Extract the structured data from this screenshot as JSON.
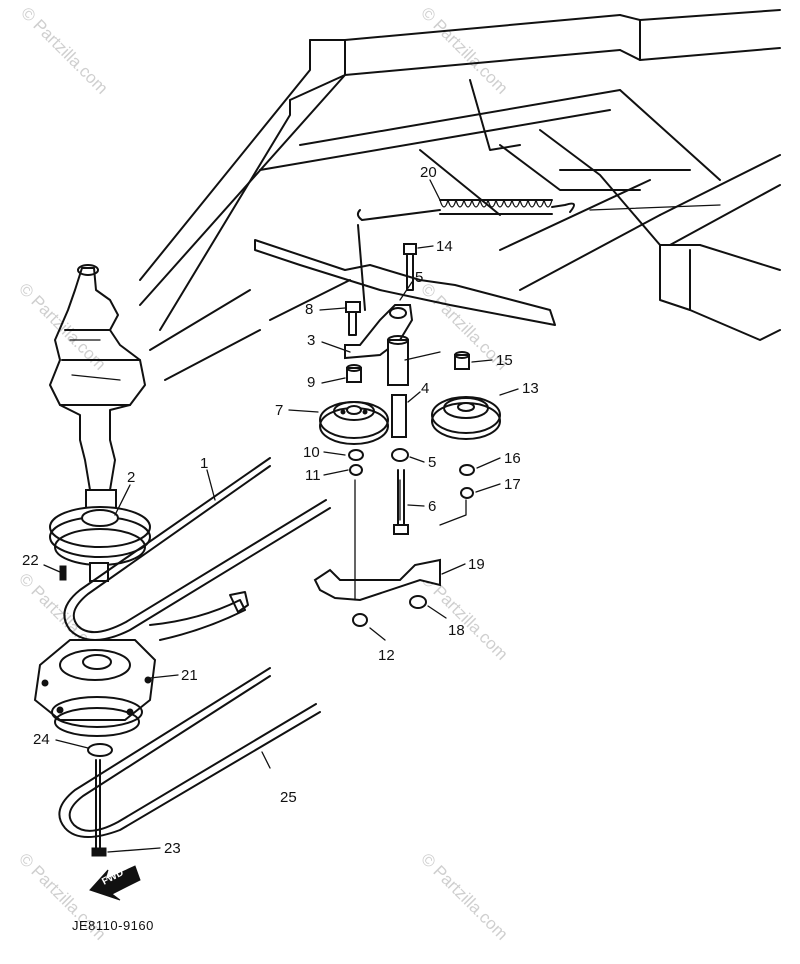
{
  "diagram": {
    "part_number": "JE8110-9160",
    "fwd_label": "FWD",
    "watermark_text": "© Partzilla.com",
    "callouts": [
      {
        "label": "1"
      },
      {
        "label": "2"
      },
      {
        "label": "3"
      },
      {
        "label": "4"
      },
      {
        "label": "5"
      },
      {
        "label": "5"
      },
      {
        "label": "6"
      },
      {
        "label": "7"
      },
      {
        "label": "8"
      },
      {
        "label": "9"
      },
      {
        "label": "10"
      },
      {
        "label": "11"
      },
      {
        "label": "12"
      },
      {
        "label": "13"
      },
      {
        "label": "14"
      },
      {
        "label": "15"
      },
      {
        "label": "16"
      },
      {
        "label": "17"
      },
      {
        "label": "18"
      },
      {
        "label": "19"
      },
      {
        "label": "20"
      },
      {
        "label": "21"
      },
      {
        "label": "22"
      },
      {
        "label": "23"
      },
      {
        "label": "24"
      },
      {
        "label": "25"
      }
    ]
  }
}
